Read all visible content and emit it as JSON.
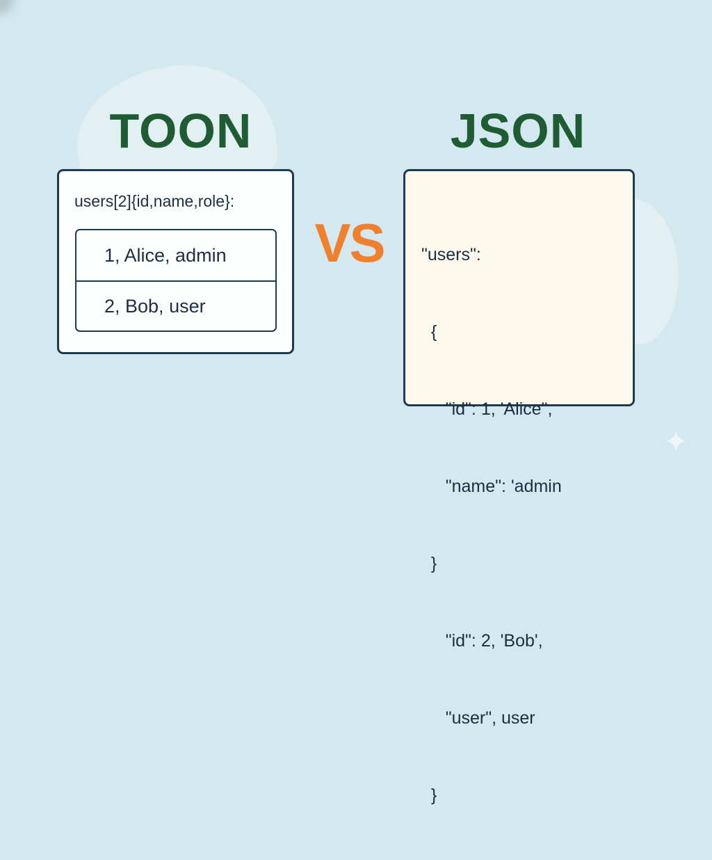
{
  "left": {
    "title": "TOON",
    "header": "users[2]{id,name,role}:",
    "rows": [
      "1, Alice, admin",
      "2, Bob, user"
    ]
  },
  "center": {
    "label": "VS"
  },
  "right": {
    "title": "JSON",
    "lines": [
      "\"users\":",
      "  {",
      "     \"id\": 1, 'Alice\",",
      "     \"name\": 'admin",
      "  }",
      "     \"id\": 2, 'Bob',",
      "     \"user\", user",
      "  }"
    ]
  },
  "colors": {
    "background": "#d3e8ef",
    "title_green": "#1f5c34",
    "vs_orange": "#f07f2e",
    "border_navy": "#1e3a52",
    "json_card_bg": "#fcf8ec"
  },
  "icons": {
    "sparkle": "sparkle-icon"
  }
}
